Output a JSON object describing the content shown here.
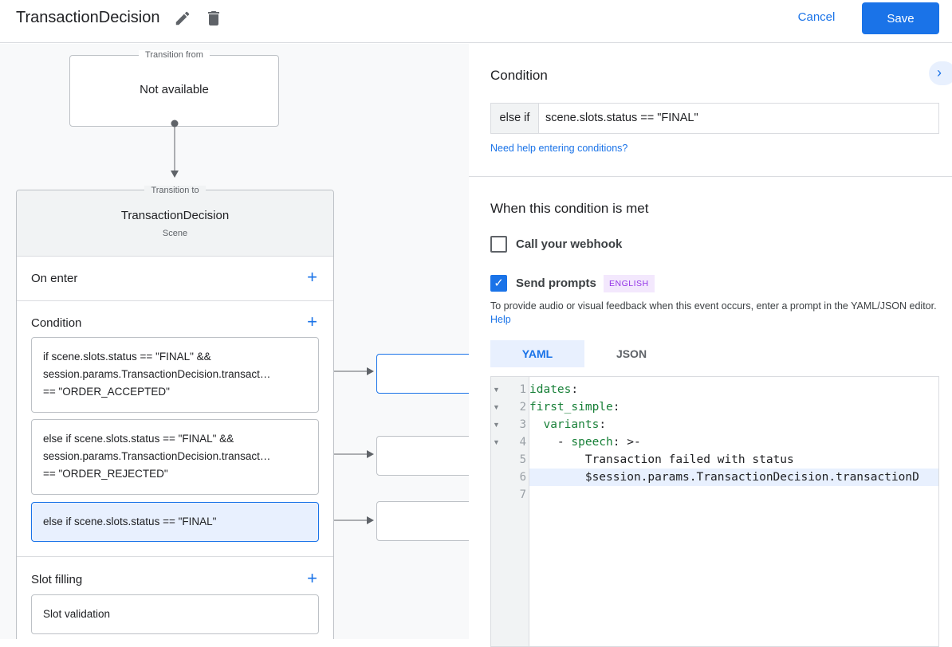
{
  "header": {
    "title": "TransactionDecision",
    "cancel_label": "Cancel",
    "save_label": "Save",
    "icons": [
      "pencil-icon",
      "trash-icon"
    ]
  },
  "canvas": {
    "transition_from": {
      "legend": "Transition from",
      "value": "Not available"
    },
    "scene": {
      "legend": "Transition to",
      "name": "TransactionDecision",
      "type": "Scene"
    },
    "on_enter": "On enter",
    "condition": "Condition",
    "conditions": [
      {
        "lines": [
          "if scene.slots.status == \"FINAL\" &&",
          "session.params.TransactionDecision.transact…",
          "== \"ORDER_ACCEPTED\""
        ]
      },
      {
        "lines": [
          "else if scene.slots.status == \"FINAL\" &&",
          "session.params.TransactionDecision.transact…",
          "== \"ORDER_REJECTED\""
        ]
      },
      {
        "lines": [
          "else if scene.slots.status == \"FINAL\""
        ],
        "selected": true
      }
    ],
    "slot_filling": "Slot filling",
    "slot_validation": "Slot validation"
  },
  "panel": {
    "condition_title": "Condition",
    "prefix": "else if",
    "condition_value": "scene.slots.status == \"FINAL\"",
    "help_link": "Need help entering conditions?",
    "met_title": "When this condition is met",
    "webhook": {
      "label": "Call your webhook",
      "checked": false
    },
    "prompts": {
      "label": "Send prompts",
      "checked": true,
      "badge": "ENGLISH"
    },
    "description": "To provide audio or visual feedback when this event occurs, enter a prompt in the YAML/JSON editor.",
    "description_link": "Help",
    "tabs": [
      {
        "label": "YAML",
        "active": true
      },
      {
        "label": "JSON",
        "active": false
      }
    ],
    "code": [
      {
        "n": "1",
        "key": "idates",
        "rest": ":",
        "fold": true
      },
      {
        "n": "2",
        "key": "first_simple",
        "rest": ":",
        "fold": true
      },
      {
        "n": "3",
        "indent": "  ",
        "key": "variants",
        "rest": ":",
        "fold": true
      },
      {
        "n": "4",
        "indent": "    - ",
        "key": "speech",
        "rest": ": >-",
        "fold": true
      },
      {
        "n": "5",
        "indent": "        ",
        "text": "Transaction failed with status"
      },
      {
        "n": "6",
        "indent": "        ",
        "text": "$session.params.TransactionDecision.transactionD",
        "highlight": true
      },
      {
        "n": "7",
        "text": ""
      }
    ]
  },
  "colors": {
    "accent": "#1a73e8",
    "selected_bg": "#e8f0fe",
    "code_key": "#188038",
    "badge_bg": "#f3e8fd",
    "badge_text": "#9334e6"
  }
}
